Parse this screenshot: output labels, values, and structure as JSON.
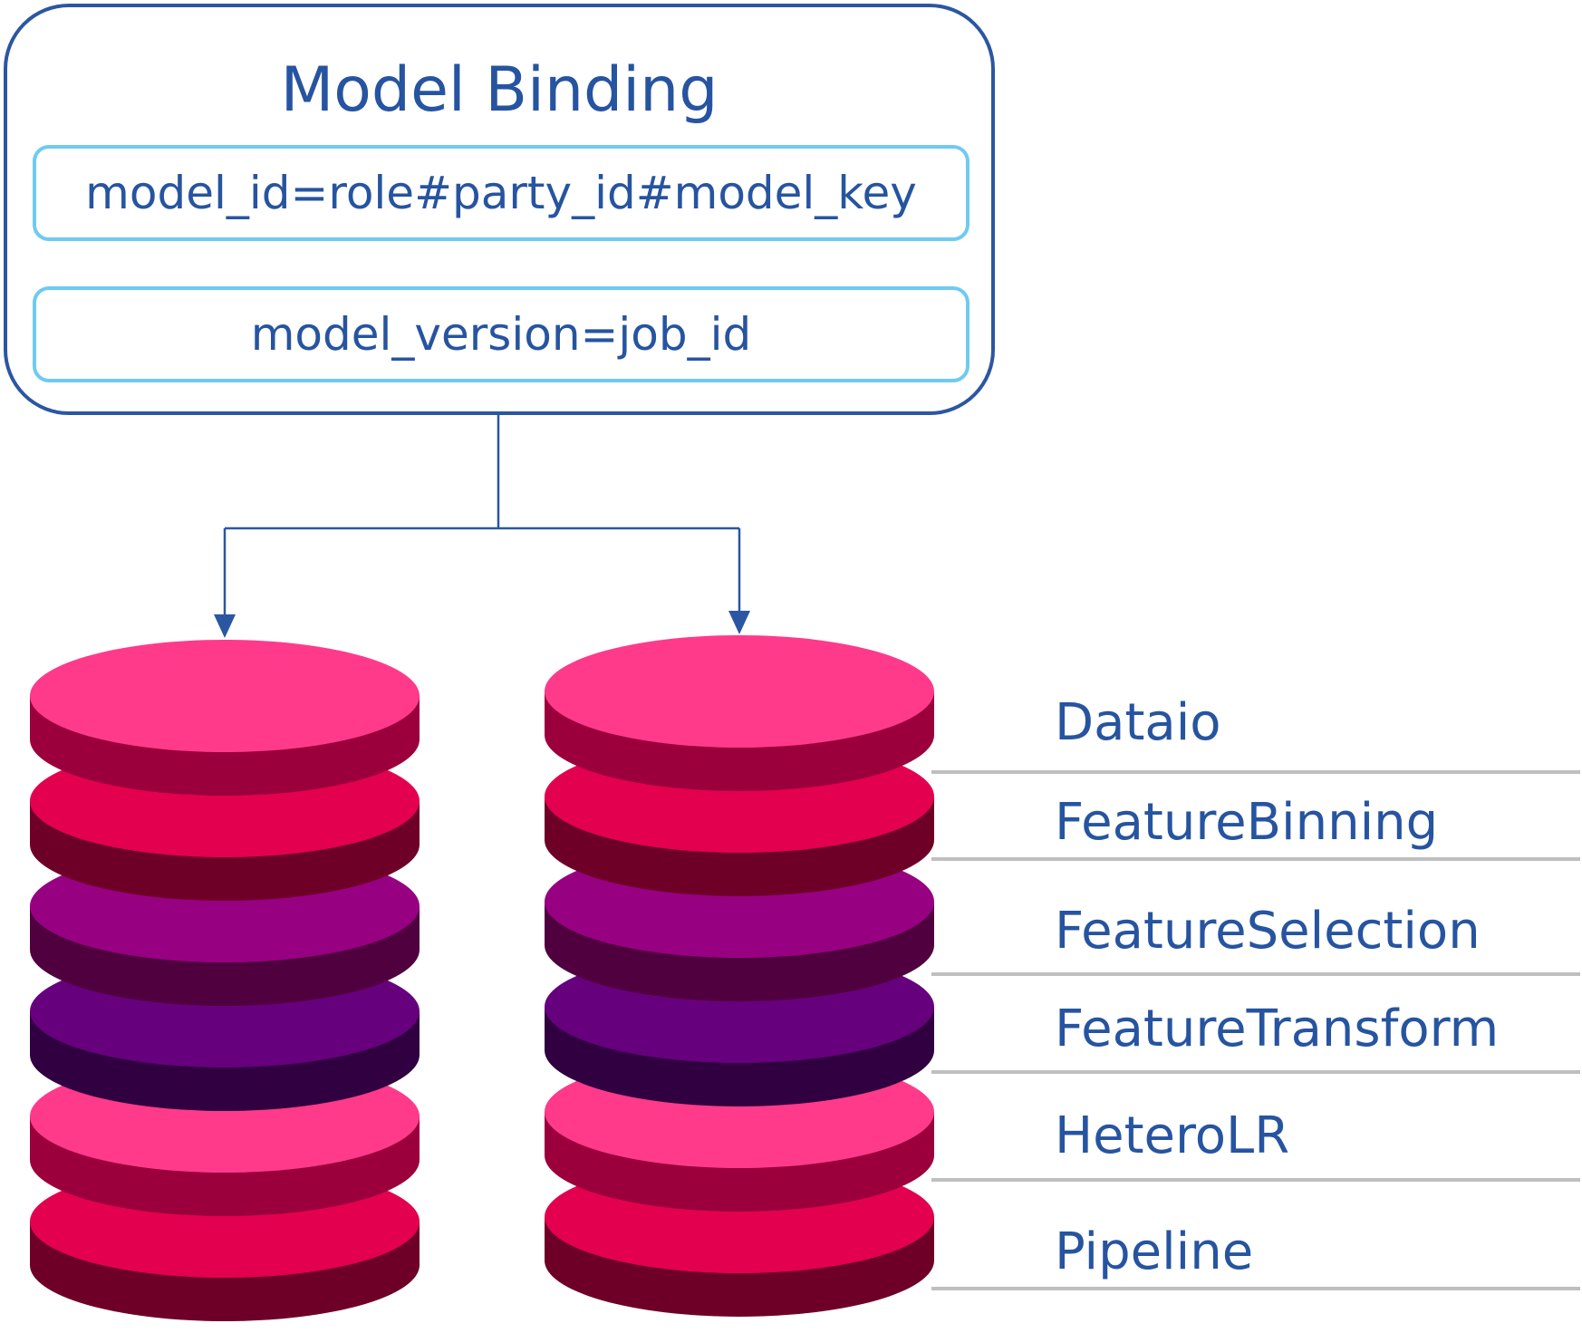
{
  "binding": {
    "title": "Model Binding",
    "model_id_field": "model_id=role#party_id#model_key",
    "model_version_field": "model_version=job_id"
  },
  "layers": [
    {
      "label": "Dataio",
      "top_color": "#ff3a8a",
      "side_color": "#9b003c"
    },
    {
      "label": "FeatureBinning",
      "top_color": "#e3004f",
      "side_color": "#6e0028"
    },
    {
      "label": "FeatureSelection",
      "top_color": "#980082",
      "side_color": "#50003f"
    },
    {
      "label": "FeatureTransform",
      "top_color": "#66007c",
      "side_color": "#300040"
    },
    {
      "label": "HeteroLR",
      "top_color": "#ff3a8a",
      "side_color": "#9b003c"
    },
    {
      "label": "Pipeline",
      "top_color": "#e3004f",
      "side_color": "#6e0028"
    }
  ],
  "colors": {
    "connector": "#2b56a2",
    "separator": "#bfbfbf",
    "text": "#2654a0"
  }
}
